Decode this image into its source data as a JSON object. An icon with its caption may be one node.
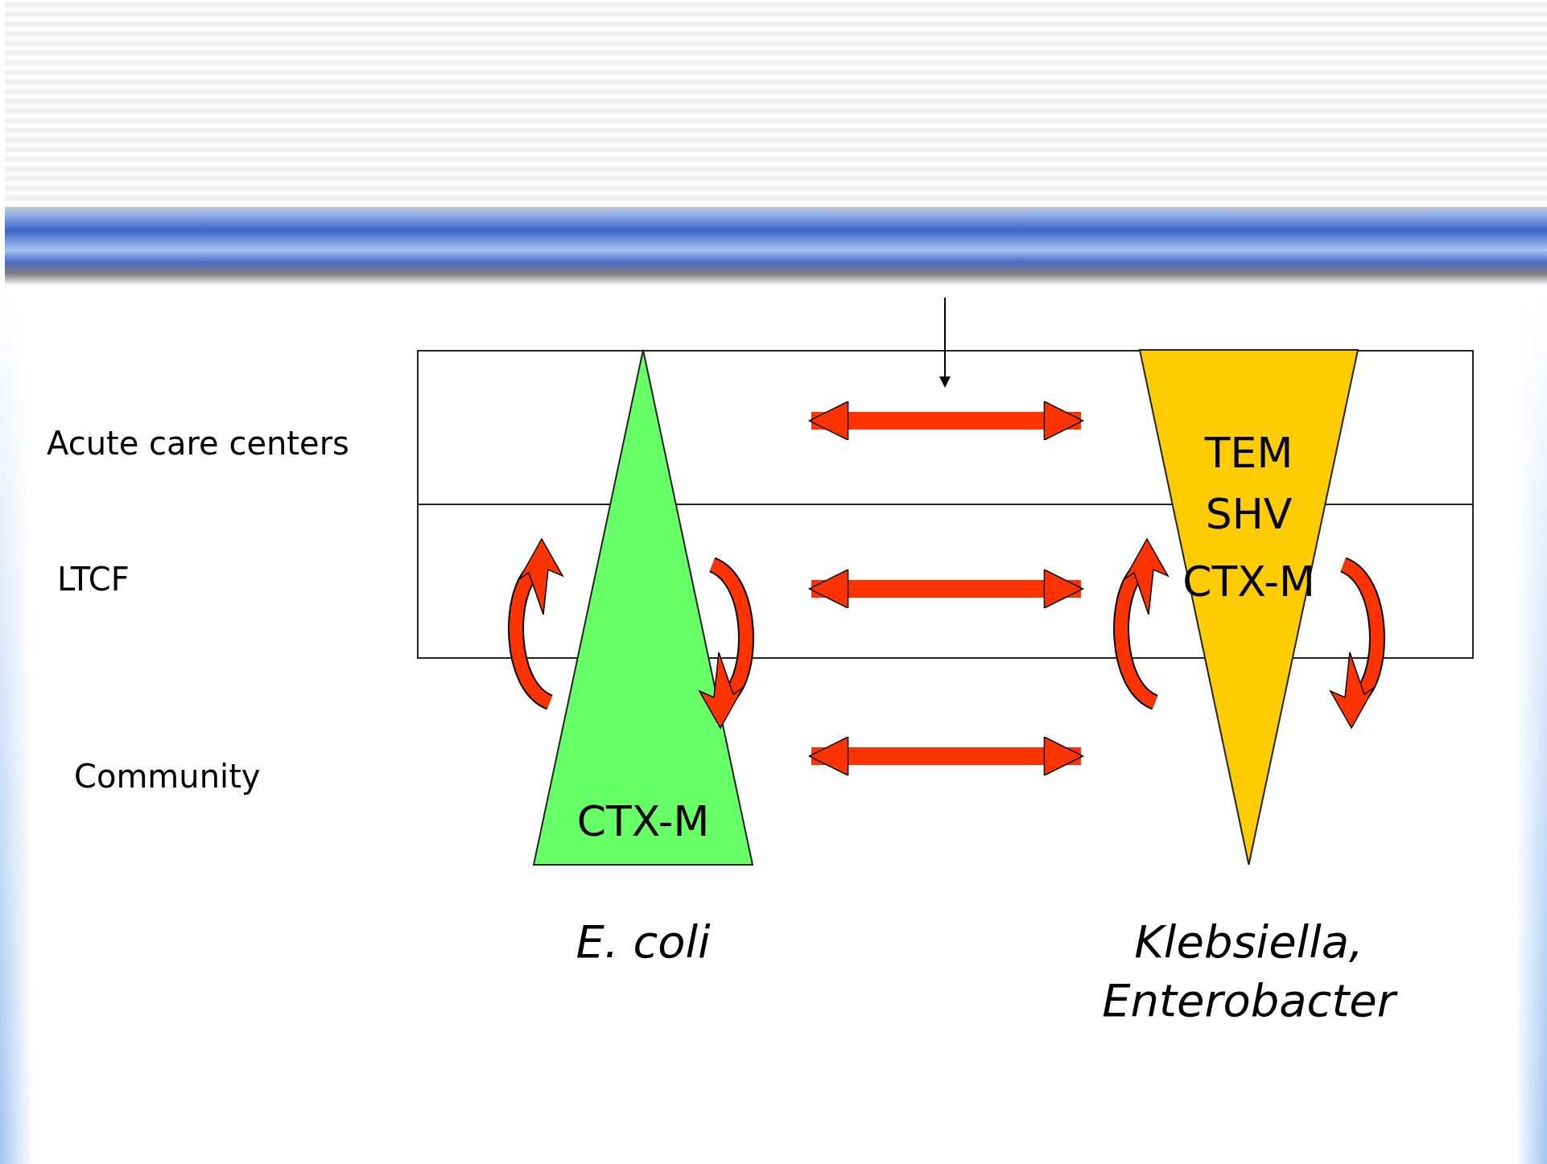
{
  "diagram": {
    "nodes": [
      {
        "text": [
          "CTX-M"
        ],
        "beside": [
          "E. coli"
        ]
      },
      {
        "text": [
          "TEM",
          "SHV",
          "CTX-M"
        ],
        "beside": [
          "Klebsiella, Enterobacter"
        ]
      }
    ],
    "edges": [
      {
        "from": 0,
        "to": 1,
        "arrow": "both"
      },
      {
        "from": 0,
        "to": 1,
        "arrow": "both"
      },
      {
        "from": 0,
        "to": 1,
        "arrow": "both"
      }
    ],
    "labels": [
      "Acute care centers",
      "LTCF",
      "Community"
    ]
  }
}
